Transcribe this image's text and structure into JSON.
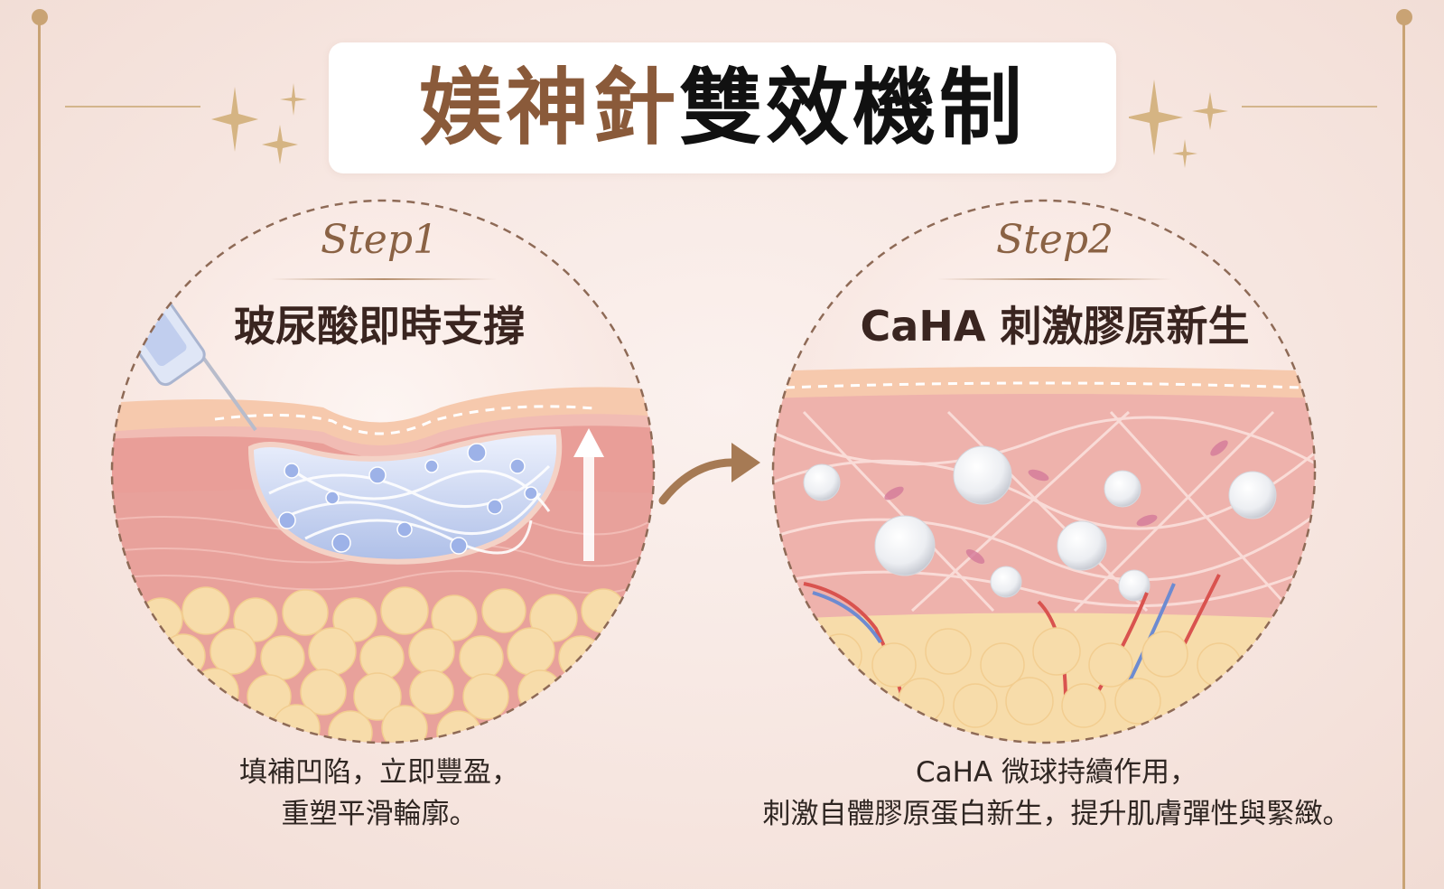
{
  "title": {
    "part1": "媄神針",
    "part2": "雙效機制"
  },
  "step1": {
    "label": "Step1",
    "heading": "玻尿酸即時支撐",
    "desc_line1": "填補凹陷，立即豐盈，",
    "desc_line2": "重塑平滑輪廓。"
  },
  "step2": {
    "label": "Step2",
    "heading": "CaHA 刺激膠原新生",
    "desc_line1": "CaHA 微球持續作用，",
    "desc_line2": "刺激自體膠原蛋白新生，提升肌膚彈性與緊緻。"
  },
  "colors": {
    "gold": "#c9a374",
    "brown": "#8a5a3a",
    "skin": "#f0b9b5",
    "fat": "#f7dcaa",
    "gel": "#c9d6f3"
  },
  "icons": [
    "sparkle-icon",
    "syringe-icon",
    "arrow-up-icon",
    "curved-arrow-icon",
    "caha-microsphere-icon"
  ]
}
